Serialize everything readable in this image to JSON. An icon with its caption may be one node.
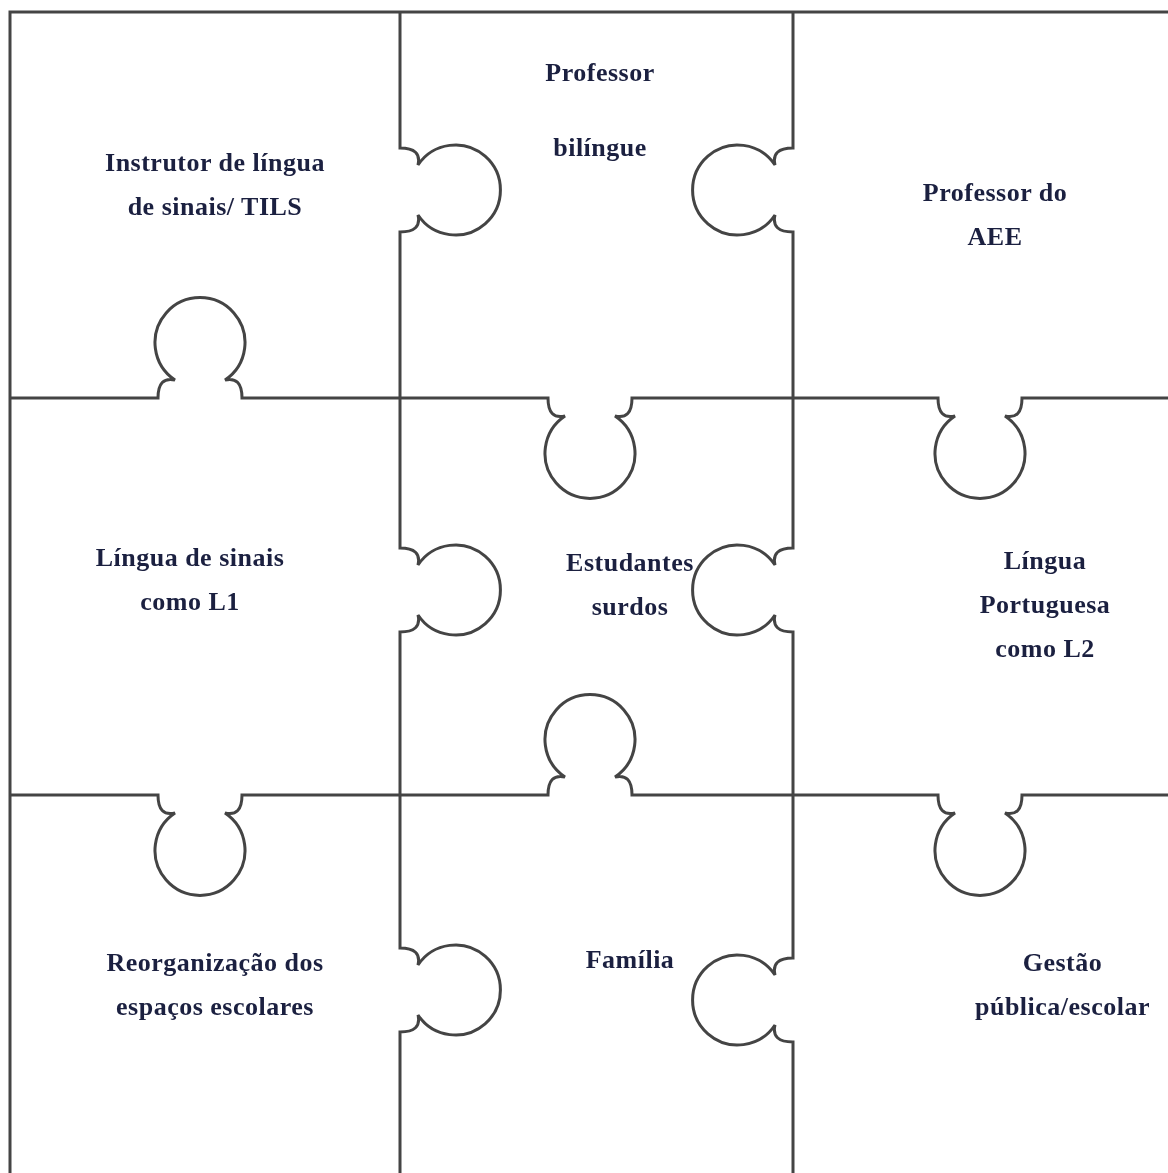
{
  "diagram": {
    "nodes": [
      {
        "text": [
          "Instrutor de língua de sinais/ TILS"
        ]
      },
      {
        "text": [
          "Professor bilíngue"
        ]
      },
      {
        "text": [
          "Professor do AEE"
        ]
      },
      {
        "text": [
          "Língua de sinais como L1"
        ]
      },
      {
        "text": [
          "Estudantes surdos"
        ]
      },
      {
        "text": [
          "Língua Portuguesa como L2"
        ]
      },
      {
        "text": [
          "Reorganização dos espaços escolares"
        ]
      },
      {
        "text": [
          "Família"
        ]
      },
      {
        "text": [
          "Gestão pública/escolar"
        ]
      }
    ]
  }
}
